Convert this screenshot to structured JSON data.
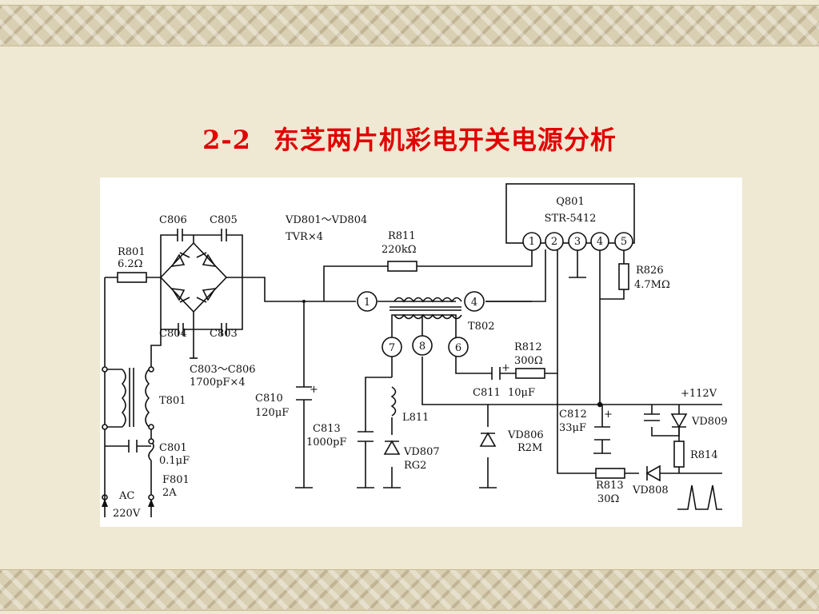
{
  "slide": {
    "title_number": "2-2",
    "title_text": "东芝两片机彩电开关电源分析"
  },
  "diagram": {
    "components": {
      "C806": "C806",
      "C805": "C805",
      "C804": "C804",
      "C803": "C803",
      "R801": "R801",
      "R801_value": "6.2Ω",
      "vd_range": "VD801～VD804",
      "tvr": "TVR×4",
      "c_range": "C803～C806",
      "c_range_value": "1700pF×4",
      "T801": "T801",
      "C801": "C801",
      "C801_value": "0.1μF",
      "F801": "F801",
      "F801_value": "2A",
      "AC": "AC",
      "AC_value": "220V",
      "C810": "C810",
      "C810_value": "120μF",
      "C813": "C813",
      "C813_value": "1000pF",
      "L811": "L811",
      "VD807": "VD807",
      "VD807_value": "RG2",
      "R811": "R811",
      "R811_value": "220kΩ",
      "T802": "T802",
      "R812": "R812",
      "R812_value": "300Ω",
      "C811": "C811",
      "C811_value": "10μF",
      "VD806": "VD806",
      "VD806_value": "R2M",
      "Q801": "Q801",
      "Q801_type": "STR-5412",
      "R826": "R826",
      "R826_value": "4.7MΩ",
      "C812": "C812",
      "C812_value": "33μF",
      "out_voltage": "+112V",
      "VD809": "VD809",
      "R814": "R814",
      "R813": "R813",
      "R813_value": "30Ω",
      "VD808": "VD808"
    },
    "pins": {
      "q1": "1",
      "q2": "2",
      "q3": "3",
      "q4": "4",
      "q5": "5",
      "t1": "1",
      "t4": "4",
      "t6": "6",
      "t7": "7",
      "t8": "8"
    },
    "plus": "+"
  }
}
